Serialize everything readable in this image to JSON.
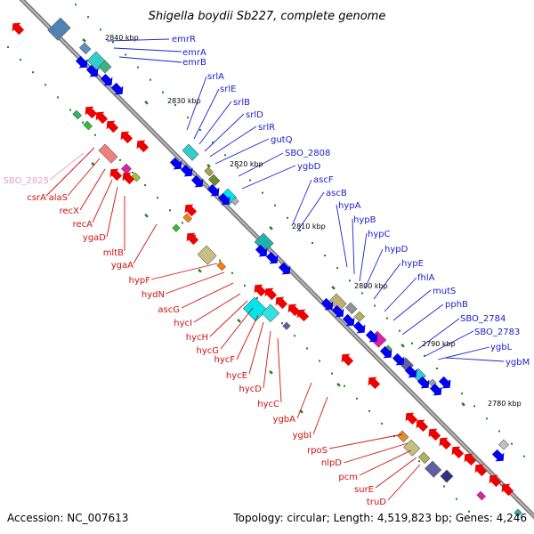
{
  "title": "Shigella boydii Sb227, complete genome",
  "accession": "Accession: NC_007613",
  "topology": "Topology: circular; Length: 4,519,823 bp; Genes: 4,246",
  "colors": {
    "forward_label": "#2020d0",
    "reverse_label": "#d01010",
    "pseudo_label": "#e8a0c8",
    "backbone": "#808080",
    "tick_dots": "#208020",
    "forward_gene": "#0000ee",
    "reverse_gene": "#ee0000"
  },
  "ticks": [
    "2840 kbp",
    "2830 kbp",
    "2820 kbp",
    "2810 kbp",
    "2800 kbp",
    "2790 kbp",
    "2780 kbp"
  ],
  "forward_genes": [
    "emrR",
    "emrA",
    "emrB",
    "srlA",
    "srlE",
    "srlB",
    "srlD",
    "srlR",
    "gutQ",
    "SBO_2808",
    "ygbD",
    "ascF",
    "ascB",
    "hypA",
    "hypB",
    "hypC",
    "hypD",
    "hypE",
    "fhlA",
    "mutS",
    "pphB",
    "SBO_2784",
    "SBO_2783",
    "ygbL",
    "ygbM"
  ],
  "reverse_genes": [
    "SBO_2825",
    "csrA",
    "alaS",
    "recX",
    "recA",
    "ygaD",
    "mltB",
    "ygaA",
    "hypF",
    "hydN",
    "ascG",
    "hycI",
    "hycH",
    "hycG",
    "hycF",
    "hycE",
    "hycD",
    "hycC",
    "ygbA",
    "ygbI",
    "rpoS",
    "nlpD",
    "pcm",
    "surE",
    "truD"
  ]
}
